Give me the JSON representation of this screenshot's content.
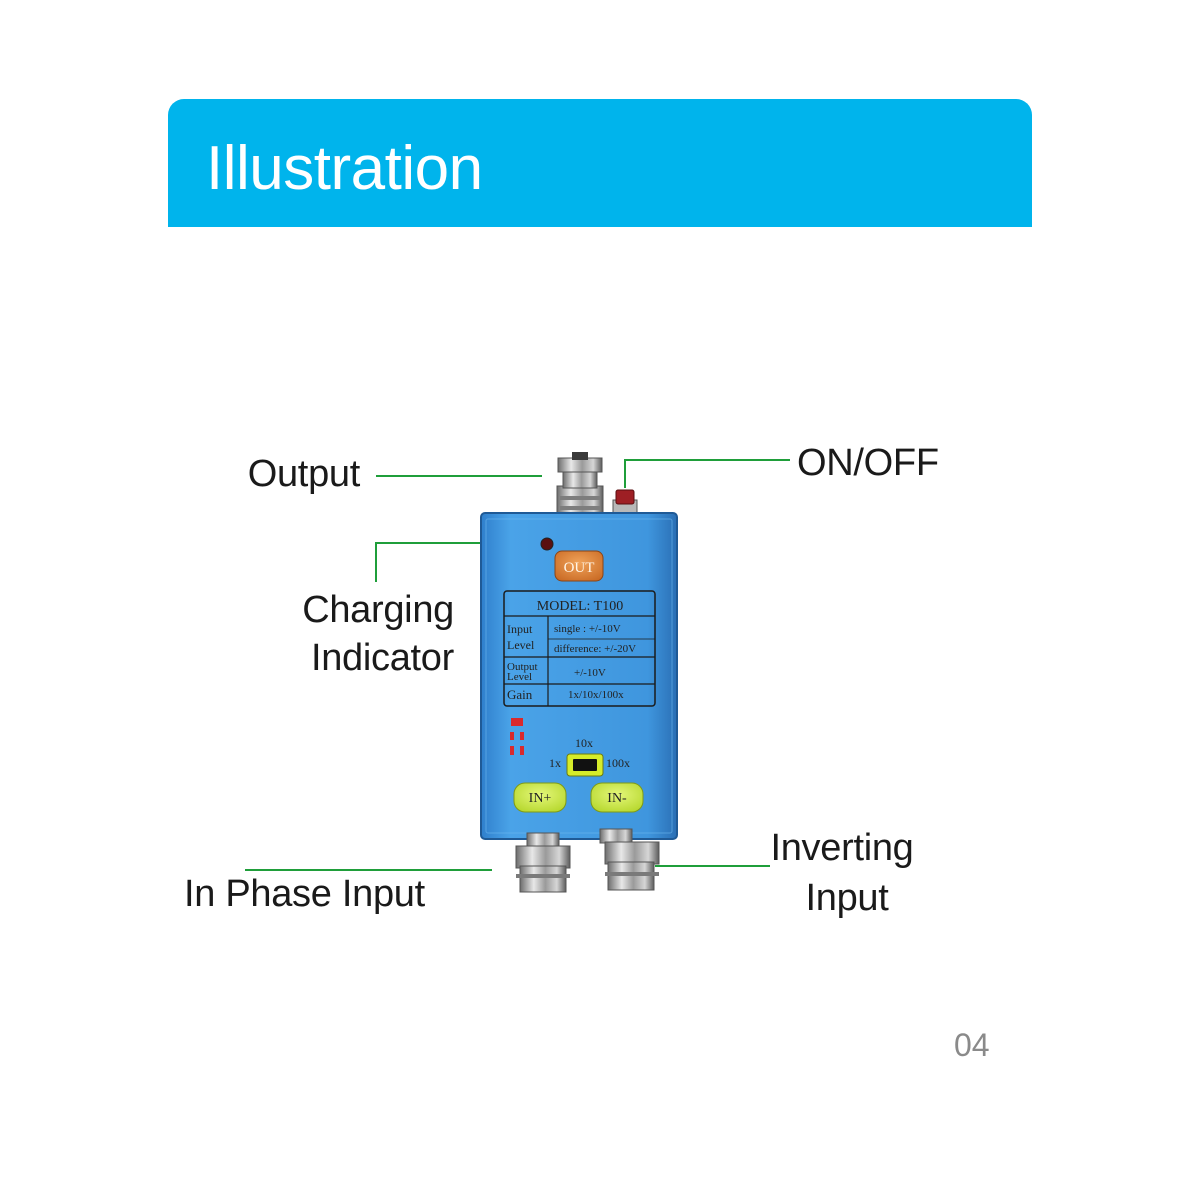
{
  "banner": {
    "title": "Illustration"
  },
  "callouts": {
    "output": "Output",
    "on_off": "ON/OFF",
    "charging_line1": "Charging",
    "charging_line2": "Indicator",
    "in_phase": "In Phase Input",
    "inverting_line1": "Inverting",
    "inverting_line2": "Input"
  },
  "device": {
    "out_button": "OUT",
    "model": "MODEL:  T100",
    "specs": [
      {
        "label_line1": "Input",
        "label_line2": "Level",
        "value_line1": "single : +/-10V",
        "value_line2": "difference: +/-20V"
      },
      {
        "label_line1": "Output",
        "label_line2": "Level",
        "value_line1": "+/-10V"
      },
      {
        "label_line1": "Gain",
        "value_line1": "1x/10x/100x"
      }
    ],
    "gain_switch": {
      "label_1x": "1x",
      "label_10x": "10x",
      "label_100x": "100x"
    },
    "in_plus_button": "IN+",
    "in_minus_button": "IN-"
  },
  "colors": {
    "banner": "#00b4ec",
    "leader_lines": "#1f9e3a",
    "device_body": "#3a8fd6",
    "out_button": "#e0823a",
    "input_buttons": "#c8e63c"
  },
  "page": {
    "number": "04"
  }
}
